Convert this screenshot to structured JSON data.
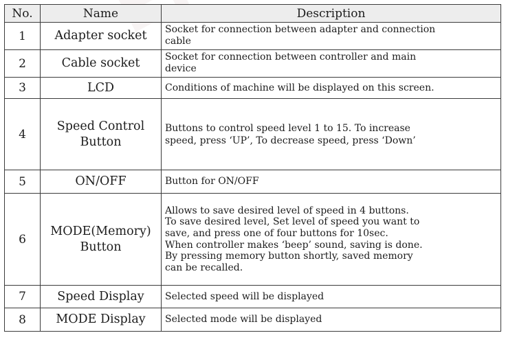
{
  "watermark": "EP-L",
  "table": {
    "headers": {
      "no": "No.",
      "name": "Name",
      "description": "Description"
    },
    "rows": [
      {
        "no": "1",
        "name": "Adapter socket",
        "description": "Socket for connection between adapter and connection\ncable"
      },
      {
        "no": "2",
        "name": "Cable socket",
        "description": "Socket for connection between controller and main\ndevice"
      },
      {
        "no": "3",
        "name": "LCD",
        "description": "Conditions of machine will be displayed on this screen."
      },
      {
        "no": "4",
        "name": "Speed Control\nButton",
        "description": "Buttons to control speed level 1 to 15. To increase\nspeed, press ‘UP’, To decrease speed, press ‘Down’"
      },
      {
        "no": "5",
        "name": "ON/OFF",
        "description": "Button for ON/OFF"
      },
      {
        "no": "6",
        "name": "MODE(Memory)\nButton",
        "description": "Allows to save desired level of speed in 4 buttons.\nTo save desired level, Set level of speed you want to\nsave, and press one of four buttons for 10sec.\nWhen controller makes ‘beep’ sound, saving is done.\nBy pressing memory button shortly, saved memory\ncan be recalled."
      },
      {
        "no": "7",
        "name": "Speed Display",
        "description": "Selected speed will be displayed"
      },
      {
        "no": "8",
        "name": "MODE Display",
        "description": "Selected mode will be displayed"
      }
    ]
  }
}
